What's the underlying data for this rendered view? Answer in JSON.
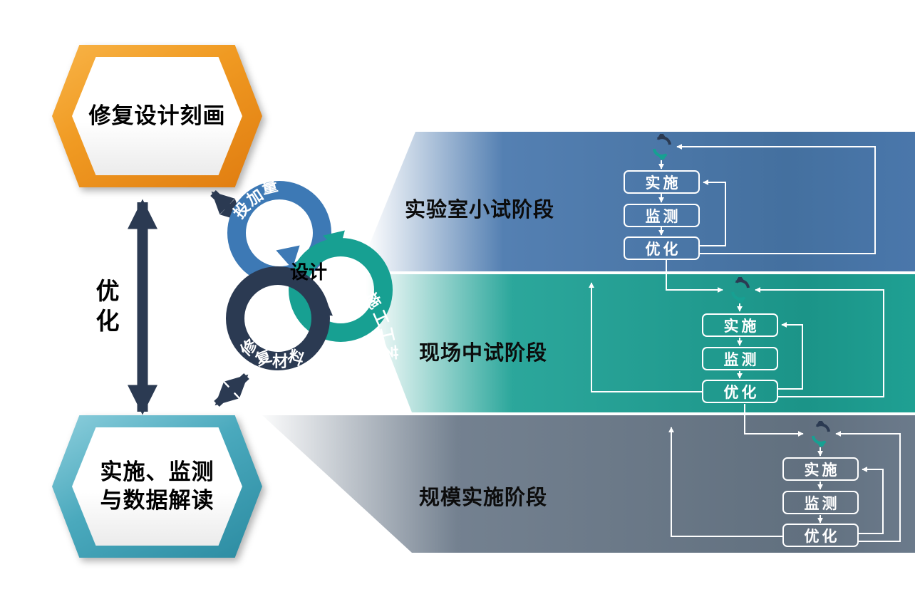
{
  "palette": {
    "node_orange": "#ef8f1c",
    "node_teal": "#3fa4b8",
    "arrow_navy": "#2b3a52",
    "ring_blue": "#3d79b5",
    "ring_teal": "#17a092",
    "ring_navy": "#2b3a52",
    "band_blue": "#4b79ae",
    "band_teal": "#20a296",
    "band_gray": "#6c7a8a",
    "flow_line": "#ffffff"
  },
  "left_flow": {
    "top_node_label": "修复设计刻画",
    "link_label": "优化",
    "bottom_node_label_line1": "实施、监测",
    "bottom_node_label_line2": "与数据解读"
  },
  "cycle": {
    "center_label": "设计",
    "arcs": [
      {
        "label": "投加量",
        "chars": [
          "投",
          "加",
          "量"
        ],
        "color": "#3d79b5"
      },
      {
        "label": "施工工艺",
        "chars": [
          "施",
          "工",
          "工",
          "艺"
        ],
        "color": "#17a092"
      },
      {
        "label": "修复材料",
        "chars": [
          "修",
          "复",
          "材",
          "料"
        ],
        "color": "#2b3a52"
      }
    ]
  },
  "stages": [
    {
      "label": "实验室小试阶段",
      "color": "#4b79ae",
      "icon": "cycle-icon",
      "steps": [
        "实施",
        "监测",
        "优化"
      ]
    },
    {
      "label": "现场中试阶段",
      "color": "#20a296",
      "icon": "cycle-icon",
      "steps": [
        "实施",
        "监测",
        "优化"
      ]
    },
    {
      "label": "规模实施阶段",
      "color": "#6c7a8a",
      "icon": "cycle-icon",
      "steps": [
        "实施",
        "监测",
        "优化"
      ]
    }
  ]
}
